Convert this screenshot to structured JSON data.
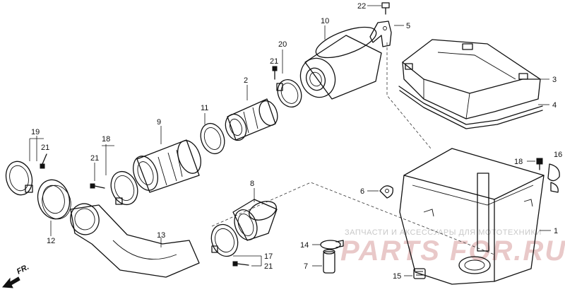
{
  "callouts": {
    "p1": "1",
    "p2": "2",
    "p3": "3",
    "p4": "4",
    "p5": "5",
    "p6": "6",
    "p7": "7",
    "p8": "8",
    "p9": "9",
    "p10": "10",
    "p11": "11",
    "p12": "12",
    "p13": "13",
    "p14": "14",
    "p15": "15",
    "p16": "16",
    "p17": "17",
    "p18": "18",
    "p19": "19",
    "p20": "20",
    "p21a": "21",
    "p21b": "21",
    "p21c": "21",
    "p21d": "21",
    "p22": "22"
  },
  "direction": {
    "label": "FR."
  },
  "watermark": {
    "caption": "ЗАПЧАСТИ И АКСЕССУАРЫ ДЛЯ МОТОТЕХНИКИ",
    "logo": "PARTS FOR.RU"
  },
  "colors": {
    "line": "#111111",
    "watermark_text": "#c8c8c8",
    "watermark_logo": "#e2b8b8"
  }
}
